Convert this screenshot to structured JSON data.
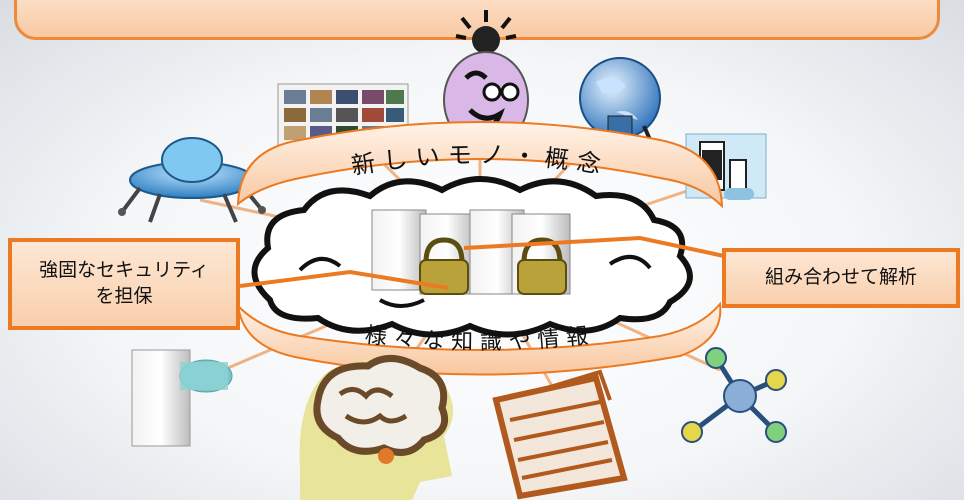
{
  "banner": {
    "title": ""
  },
  "arcs": {
    "top_label": "新しいモノ・概念",
    "bottom_label": "様々な知識や情報"
  },
  "callouts": {
    "left_line1": "強固なセキュリティ",
    "left_line2": "を担保",
    "right": "組み合わせて解析"
  },
  "icons": [
    "ufo-robot-icon",
    "photo-gallery-icon",
    "lightbulb-face-icon",
    "globe-book-icon",
    "medicine-bottle-icon",
    "server-icon",
    "brain-head-icon",
    "documents-icon",
    "molecule-icon",
    "cloud-icon",
    "server-lock-icon"
  ],
  "colors": {
    "accent": "#ec7a22",
    "fill": "#fbd7b8"
  }
}
